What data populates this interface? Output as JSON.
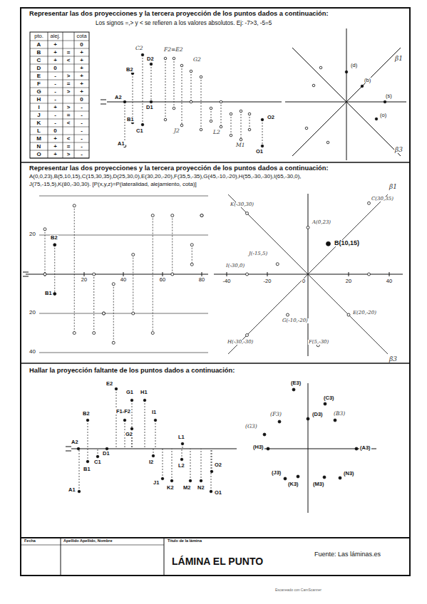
{
  "diagram": {
    "title": "LÁMINA EL PUNTO",
    "labels": [
      "Representar las dos proyecciones y la tercera proyección de los puntos dados a continuación:",
      "Los signos =,> y < se refieren a los valores absolutos. Ej: -7>3, -5=5",
      "pto.",
      "alej.",
      "cota",
      "A",
      "+",
      "0",
      "B",
      "+",
      "=",
      "+",
      "C",
      "+",
      "<",
      "+",
      "D",
      "0",
      "+",
      "E",
      "-",
      ">",
      "+",
      "F",
      "-",
      "=",
      "+",
      "G",
      "-",
      ">",
      "+",
      "H",
      "-",
      "0",
      "I",
      "+",
      ">",
      "-",
      "J",
      "-",
      "=",
      "-",
      "K",
      "-",
      "<",
      "-",
      "L",
      "0",
      "-",
      "M",
      "+",
      "<",
      "-",
      "N",
      "+",
      "=",
      "-",
      "O",
      "+",
      ">",
      "-",
      "B2",
      "A2",
      "D2",
      "D1",
      "B1",
      "C1",
      "A1",
      "O2",
      "O1",
      "C2",
      "F2=E2",
      "G2",
      "J2",
      "L2",
      "M1",
      "(d)",
      "(b)",
      "(s)",
      "(o)",
      "β1",
      "β3",
      "Representar las dos proyecciones y la tercera proyección de los puntos dados a continuación:",
      "A(0,0,23),B(5,10,15),C(15,30,35),D(25,30,0),E(30,20,-20),F(35,5,-35),G(45,-10,-20),H(55,-30,-30),I(65,-30,0),",
      "J(75,-15,5),K(80,-30,30). [P(x,y,z)=P(lateralidad, alejamiento, cota)]",
      "20",
      "20",
      "40",
      "20",
      "40",
      "60",
      "80",
      "B2",
      "B1",
      "-40",
      "-20",
      "0",
      "20",
      "40",
      "B(10,15)",
      "K(-30,30)",
      "A(0,23)",
      "C(30,35)",
      "J(-15,5)",
      "I(-30,0)",
      "E(20,-20)",
      "G(-10,-20)",
      "H(-30,-30)",
      "F(5,-30)",
      "β1",
      "β3",
      "Hallar la proyección faltante de los puntos dados a continuación:",
      "E2",
      "G1",
      "H1",
      "B2",
      "F1-F2",
      "G2",
      "I1",
      "A2",
      "D1",
      "B1",
      "C1",
      "L1",
      "I2",
      "L2",
      "O2",
      "J1",
      "K2",
      "M2",
      "N2",
      "A1",
      "O1",
      "(E3)",
      "(C3)",
      "(F3)",
      "(D3)",
      "(B3)",
      "(G3)",
      "(H3)",
      "(A3)",
      "(J3)",
      "(K3)",
      "(M3)",
      "(N3)",
      "Fecha",
      "Apellido Apellido, Nombre",
      "Título de la lámina",
      "Fuente: Las láminas.es",
      "Escaneado con CamScanner"
    ]
  }
}
